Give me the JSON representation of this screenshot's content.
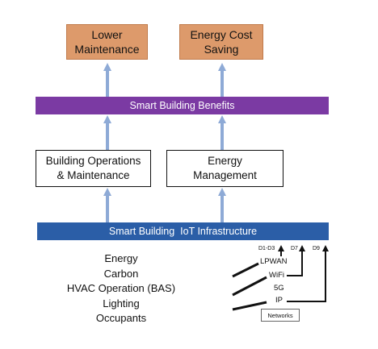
{
  "outcomes": {
    "lower_maintenance": "Lower\nMaintenance",
    "energy_cost_saving": "Energy Cost\nSaving"
  },
  "benefits_bar": {
    "label": "Smart Building Benefits"
  },
  "middle": {
    "operations": "Building Operations\n& Maintenance",
    "energy_management": "Energy\nManagement"
  },
  "infrastructure_bar": {
    "label": "Smart Building  IoT Infrastructure"
  },
  "factors": [
    "Energy",
    "Carbon",
    "HVAC Operation (BAS)",
    "Lighting",
    "Occupants"
  ],
  "networks": {
    "tiers": [
      "D1-D3",
      "D7",
      "D9"
    ],
    "items": [
      "LPWAN",
      "WiFi",
      "5G",
      "IP"
    ],
    "caption": "Networks"
  },
  "colors": {
    "orange": "#dd9a6b",
    "purple": "#7b3aa3",
    "blue": "#2b5ea7",
    "arrow": "#8eaad6"
  }
}
